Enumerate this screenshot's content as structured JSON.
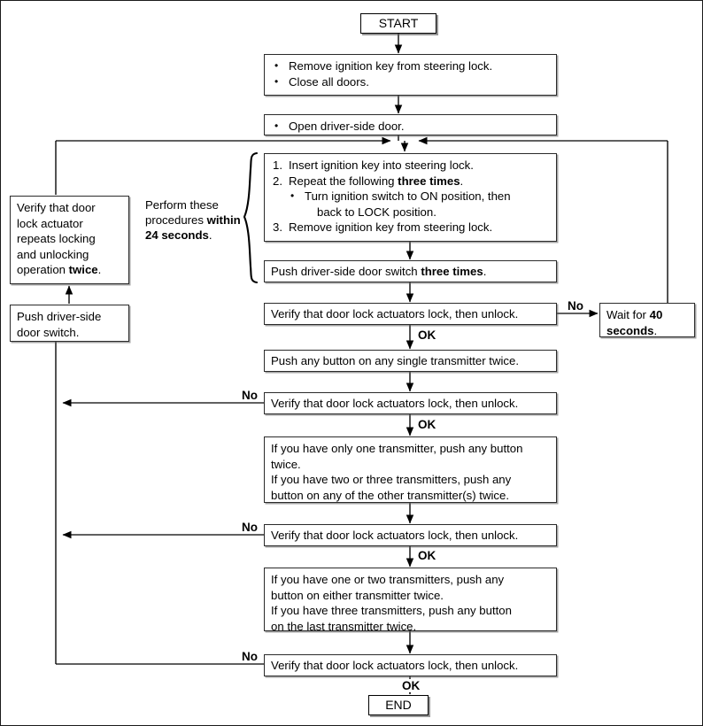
{
  "diagram": {
    "title": "Door lock actuator / keyless entry registration flowchart",
    "line_color": "#000000",
    "box_border_color": "#2b2b2b"
  },
  "nodes": {
    "start": {
      "label": "START"
    },
    "prep": {
      "items": [
        {
          "marker": "•",
          "text": "Remove ignition key from steering lock."
        },
        {
          "marker": "•",
          "text": "Close all doors."
        }
      ]
    },
    "open_door": {
      "items": [
        {
          "marker": "•",
          "text": "Open driver-side door."
        }
      ]
    },
    "procedure": {
      "line1_marker": "1.",
      "line1": "Insert ignition key into steering lock.",
      "line2_marker": "2.",
      "line2_pre": "Repeat the following ",
      "line2_bold": "three times",
      "line2_post": ".",
      "line2_sub_marker": "•",
      "line2_sub_a": "Turn ignition switch to ON position, then",
      "line2_sub_b": "back to LOCK position.",
      "line3_marker": "3.",
      "line3": "Remove ignition key from steering lock."
    },
    "push_switch_three": {
      "pre": "Push driver-side door switch ",
      "bold": "three times",
      "post": "."
    },
    "verify1": {
      "text": "Verify that door lock actuators lock, then unlock."
    },
    "wait40": {
      "pre": "Wait for ",
      "bold": "40\nseconds",
      "line1_pre": "Wait for ",
      "line1_bold": "40",
      "line2_bold": "seconds",
      "line2_post": "."
    },
    "push_single": {
      "text": "Push any button on any single transmitter twice."
    },
    "verify2": {
      "text": "Verify that door lock actuators lock, then unlock."
    },
    "transmitters_a": {
      "line1": "If you have only one transmitter, push any button",
      "line2": "twice.",
      "line3": "If you have two or three transmitters, push any",
      "line4": "button on any of the other transmitter(s) twice."
    },
    "verify3": {
      "text": "Verify that door lock actuators lock, then unlock."
    },
    "transmitters_b": {
      "line1": "If you have one or two transmitters, push any",
      "line2": "button on either transmitter twice.",
      "line3": "If you have three transmitters, push any button",
      "line4": "on the last transmitter twice."
    },
    "verify4": {
      "text": "Verify that door lock actuators lock, then unlock."
    },
    "end": {
      "label": "END"
    },
    "verify_repeat": {
      "line1": "Verify that door",
      "line2": "lock actuator",
      "line3": "repeats locking",
      "line4": "and unlocking",
      "line5_pre": "operation ",
      "line5_bold": "twice",
      "line5_post": "."
    },
    "push_switch": {
      "line1": "Push driver-side",
      "line2": "door switch."
    }
  },
  "annotations": {
    "timing_note": {
      "line1": "Perform these",
      "line2_pre": "procedures ",
      "line2_bold": "within",
      "line3_bold": "24 seconds",
      "line3_post": "."
    },
    "edge_no_1": "No",
    "edge_ok_1": "OK",
    "edge_no_2": "No",
    "edge_ok_2": "OK",
    "edge_no_3": "No",
    "edge_ok_3": "OK",
    "edge_no_4": "No",
    "edge_ok_4": "OK"
  }
}
